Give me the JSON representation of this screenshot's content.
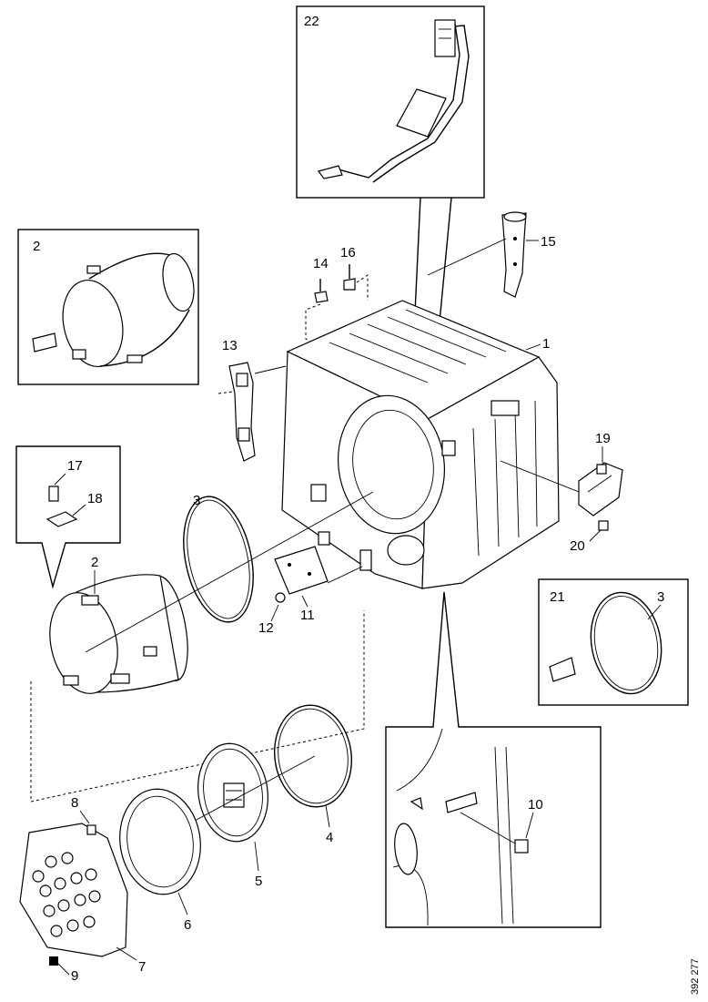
{
  "labels": {
    "p1": "1",
    "p2a": "2",
    "p2b": "2",
    "p3a": "3",
    "p3b": "3",
    "p4": "4",
    "p5": "5",
    "p6": "6",
    "p7": "7",
    "p8": "8",
    "p9": "9",
    "p10": "10",
    "p11": "11",
    "p12": "12",
    "p13": "13",
    "p14": "14",
    "p15": "15",
    "p16": "16",
    "p17": "17",
    "p18": "18",
    "p19": "19",
    "p20": "20",
    "p21": "21",
    "p22": "22"
  },
  "drawing_code": "392 277"
}
